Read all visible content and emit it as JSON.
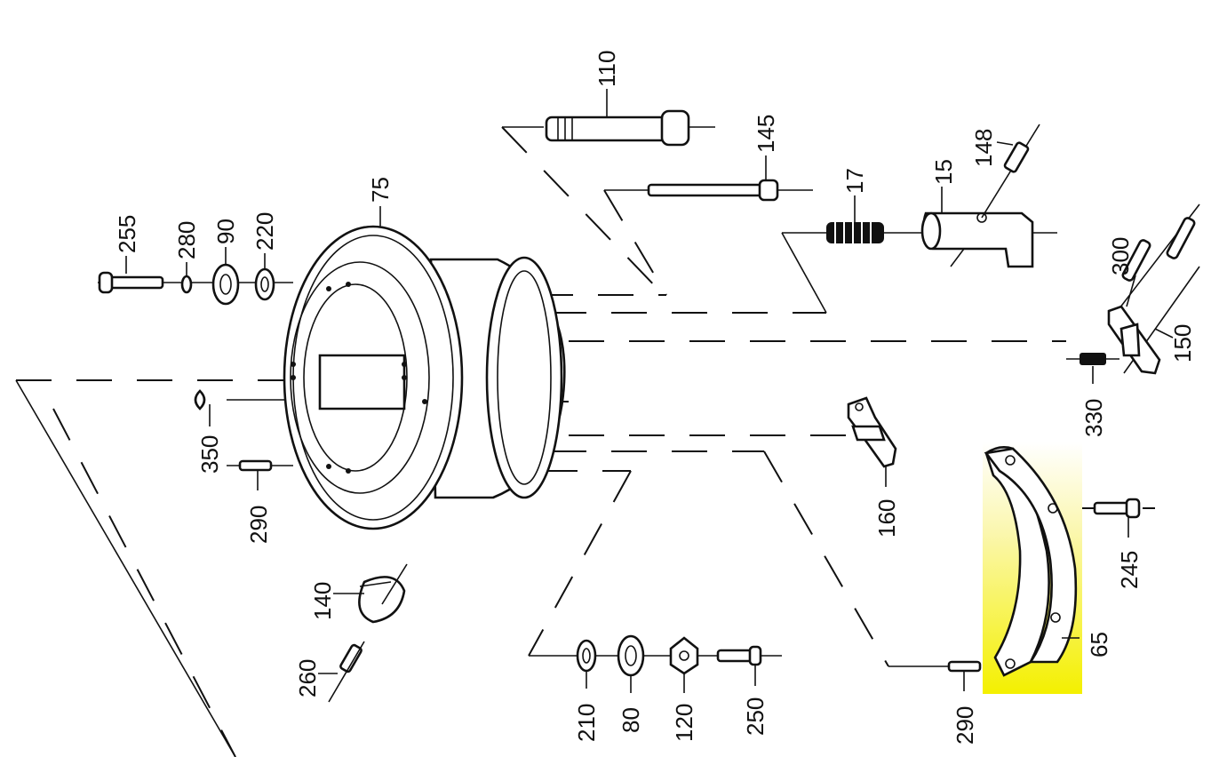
{
  "diagram": {
    "highlight_color": "#f4f000",
    "line_color": "#111111",
    "parts": [
      {
        "id": "p110",
        "label": "110"
      },
      {
        "id": "p145",
        "label": "145"
      },
      {
        "id": "p148",
        "label": "148"
      },
      {
        "id": "p17",
        "label": "17"
      },
      {
        "id": "p15",
        "label": "15"
      },
      {
        "id": "p75",
        "label": "75"
      },
      {
        "id": "p255",
        "label": "255"
      },
      {
        "id": "p280",
        "label": "280"
      },
      {
        "id": "p90",
        "label": "90"
      },
      {
        "id": "p220",
        "label": "220"
      },
      {
        "id": "p300",
        "label": "300"
      },
      {
        "id": "p150",
        "label": "150"
      },
      {
        "id": "p330",
        "label": "330"
      },
      {
        "id": "p350",
        "label": "350"
      },
      {
        "id": "p290a",
        "label": "290"
      },
      {
        "id": "p160",
        "label": "160"
      },
      {
        "id": "p245",
        "label": "245"
      },
      {
        "id": "p65",
        "label": "65"
      },
      {
        "id": "p140",
        "label": "140"
      },
      {
        "id": "p260",
        "label": "260"
      },
      {
        "id": "p210",
        "label": "210"
      },
      {
        "id": "p80",
        "label": "80"
      },
      {
        "id": "p120",
        "label": "120"
      },
      {
        "id": "p250",
        "label": "250"
      },
      {
        "id": "p290b",
        "label": "290"
      }
    ]
  }
}
